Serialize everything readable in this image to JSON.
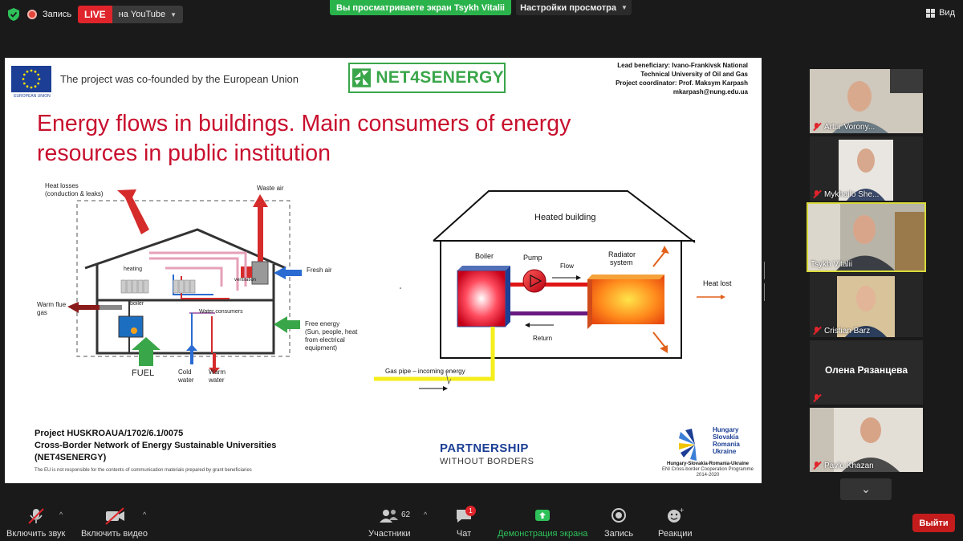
{
  "top_bar": {
    "record_label": "Запись",
    "live_badge": "LIVE",
    "live_platform": "на YouTube",
    "share_banner": "Вы просматриваете экран Tsykh Vitalii",
    "view_options": "Настройки просмотра",
    "view_toggle": "Вид"
  },
  "slide": {
    "eu_label": "EUROPEAN UNION",
    "cofound_text": "The project was co-founded by the European Union",
    "logo_text": "NET4SENERGY",
    "lead_info": [
      "Lead beneficiary: Ivano-Frankivsk National",
      "Technical University of Oil and Gas",
      "Project coordinator: Prof. Maksym Karpash",
      "mkarpash@nung.edu.ua"
    ],
    "title": "Energy flows in buildings. Main consumers of energy resources in public institution",
    "left_diagram": {
      "heat_losses": "Heat losses",
      "heat_losses_sub": "(conduction & leaks)",
      "waste_air": "Waste air",
      "heating": "heating",
      "ventilation": "ventilation",
      "fresh_air": "Fresh air",
      "warm_flue": "Warm flue",
      "gas": "gas",
      "boiler": "boiler",
      "water_consumers": "Water consumers",
      "free_energy": "Free energy",
      "free_energy_sub1": "(Sun, people, heat",
      "free_energy_sub2": "from electrical",
      "free_energy_sub3": "equipment)",
      "fuel": "FUEL",
      "cold": "Cold",
      "water_cold": "water",
      "warm": "Warm",
      "water_warm": "water"
    },
    "right_diagram": {
      "heated_building": "Heated building",
      "boiler": "Boiler",
      "pump": "Pump",
      "flow": "Flow",
      "radiator1": "Radiator",
      "radiator2": "system",
      "return": "Return",
      "heat_lost": "Heat lost",
      "gas_pipe": "Gas pipe – incoming energy"
    },
    "project": [
      "Project HUSKROAUA/1702/6.1/0075",
      "Cross-Border Network of Energy Sustainable Universities",
      "(NET4SENERGY)"
    ],
    "disclaimer": "The EU is not responsible for the contents of communication materials prepared by grant beneficiaries",
    "partnership_1": "PARTNERSHIP",
    "partnership_2": "WITHOUT BORDERS",
    "hsru_logo_lines": [
      "Hungary",
      "Slovakia",
      "Romania",
      "Ukraine"
    ],
    "hsru_caption_1": "Hungary-Slovakia-Romania-Ukraine",
    "hsru_caption_2": "ENI Cross-border Cooperation Programme",
    "hsru_caption_3": "2014-2020"
  },
  "participants": [
    {
      "name": "Artur Vorony...",
      "muted": true
    },
    {
      "name": "Mykhailo She...",
      "muted": true
    },
    {
      "name": "Tsykh Vitalii",
      "muted": false,
      "active": true
    },
    {
      "name": "Cristian Barz",
      "muted": true
    },
    {
      "name": "Олена Рязанцева",
      "muted": true,
      "no_video": true
    },
    {
      "name": "Pavlo Khazan",
      "muted": true
    }
  ],
  "toolbar": {
    "mute_label": "Включить звук",
    "video_label": "Включить видео",
    "participants_label": "Участники",
    "participants_count": "62",
    "chat_label": "Чат",
    "chat_badge": "1",
    "share_label": "Демонстрация экрана",
    "record_label": "Запись",
    "reactions_label": "Реакции",
    "end_label": "Выйти"
  },
  "colors": {
    "accent_green": "#2bb34b",
    "live_red": "#e0242b",
    "title_red": "#c8102e",
    "eu_blue": "#1c3f95",
    "active_outline": "#d8d93b"
  }
}
